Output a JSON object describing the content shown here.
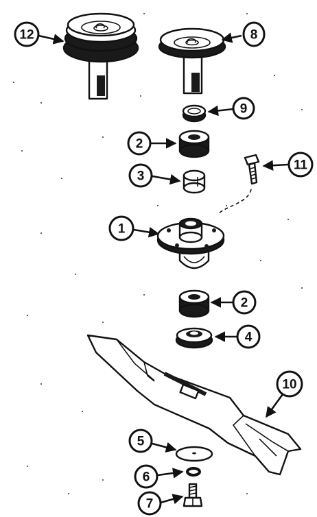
{
  "callouts": {
    "c1": "1",
    "c2a": "2",
    "c2b": "2",
    "c3": "3",
    "c4": "4",
    "c5": "5",
    "c6": "6",
    "c7": "7",
    "c8": "8",
    "c9": "9",
    "c10": "10",
    "c11": "11",
    "c12": "12"
  },
  "colors": {
    "ink": "#111111",
    "paper": "#ffffff",
    "shade": "#1a1a1a"
  }
}
